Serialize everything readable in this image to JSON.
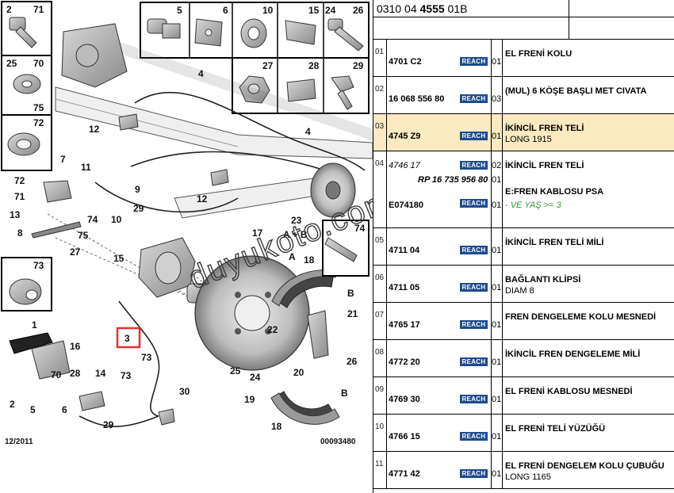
{
  "diagram": {
    "inset_boxes": [
      {
        "ids": [
          "2",
          "71"
        ]
      },
      {
        "ids": [
          "25",
          "70",
          "75"
        ]
      },
      {
        "ids": [
          "72"
        ]
      },
      {
        "ids": [
          "5"
        ]
      },
      {
        "ids": [
          "6"
        ]
      },
      {
        "ids": [
          "10"
        ]
      },
      {
        "ids": [
          "15"
        ]
      },
      {
        "ids": [
          "24",
          "26"
        ]
      },
      {
        "ids": [
          "27"
        ]
      },
      {
        "ids": [
          "28"
        ]
      },
      {
        "ids": [
          "29"
        ]
      },
      {
        "ids": [
          "73"
        ]
      },
      {
        "ids": [
          "74"
        ]
      }
    ],
    "callouts": [
      "4",
      "4",
      "12",
      "12",
      "7",
      "11",
      "9",
      "72",
      "71",
      "10",
      "29",
      "13",
      "74",
      "8",
      "75",
      "27",
      "23",
      "A + B",
      "17",
      "15",
      "A",
      "18",
      "1",
      "16",
      "2",
      "5",
      "70",
      "6",
      "28",
      "14",
      "73",
      "73",
      "29",
      "30",
      "B",
      "21",
      "22",
      "26",
      "25",
      "24",
      "19",
      "20",
      "B",
      "18",
      "3"
    ],
    "footer_left": "12/2011",
    "footer_right": "00093480",
    "watermark": "duyukoto.com",
    "highlight_color": "#e0322a"
  },
  "header": {
    "num_prefix": "0310 04 ",
    "num_bold": "4555",
    "num_suffix": " 01B"
  },
  "reach_label": "REACH",
  "reach_color": "#1e4b8c",
  "highlight_row_color": "#fbe9c0",
  "parts": [
    {
      "idx": "01",
      "pn": "4701 C2",
      "qty": "01",
      "desc": "EL FRENİ KOLU",
      "sub": ""
    },
    {
      "idx": "02",
      "pn": "16 068 556 80",
      "qty": "03",
      "desc": "(MUL) 6 KÖŞE BAŞLI MET CIVATA",
      "sub": ""
    },
    {
      "idx": "03",
      "pn": "4745 Z9",
      "qty": "01",
      "desc": "İKİNCİL FREN TELİ",
      "sub": "LONG 1915",
      "highlight": true
    },
    {
      "idx": "04",
      "pn": "4746 17",
      "qty": "02",
      "desc": "İKİNCİL FREN TELİ",
      "ref": "RP 16 735 956 80",
      "qty_ref": "01",
      "desc2": "E:FREN KABLOSU PSA",
      "pn3": "E074180",
      "qty3": "01",
      "sub3": "- VE YAŞ >= 3"
    },
    {
      "idx": "05",
      "pn": "4711 04",
      "qty": "01",
      "desc": "İKİNCİL FREN TELİ MİLİ",
      "sub": ""
    },
    {
      "idx": "06",
      "pn": "4711 05",
      "qty": "01",
      "desc": "BAĞLANTI KLİPSİ",
      "sub": "DIAM 8"
    },
    {
      "idx": "07",
      "pn": "4765 17",
      "qty": "01",
      "desc": "FREN DENGELEME KOLU MESNEDİ",
      "sub": ""
    },
    {
      "idx": "08",
      "pn": "4772 20",
      "qty": "01",
      "desc": "İKİNCİL FREN DENGELEME MİLİ",
      "sub": ""
    },
    {
      "idx": "09",
      "pn": "4769 30",
      "qty": "01",
      "desc": "EL FRENİ KABLOSU MESNEDİ",
      "sub": ""
    },
    {
      "idx": "10",
      "pn": "4766 15",
      "qty": "01",
      "desc": "EL FRENİ TELİ YÜZÜĞÜ",
      "sub": ""
    },
    {
      "idx": "11",
      "pn": "4771 42",
      "qty": "01",
      "desc": "EL FRENİ DENGELEM KOLU ÇUBUĞU",
      "sub": "LONG 1165"
    }
  ]
}
